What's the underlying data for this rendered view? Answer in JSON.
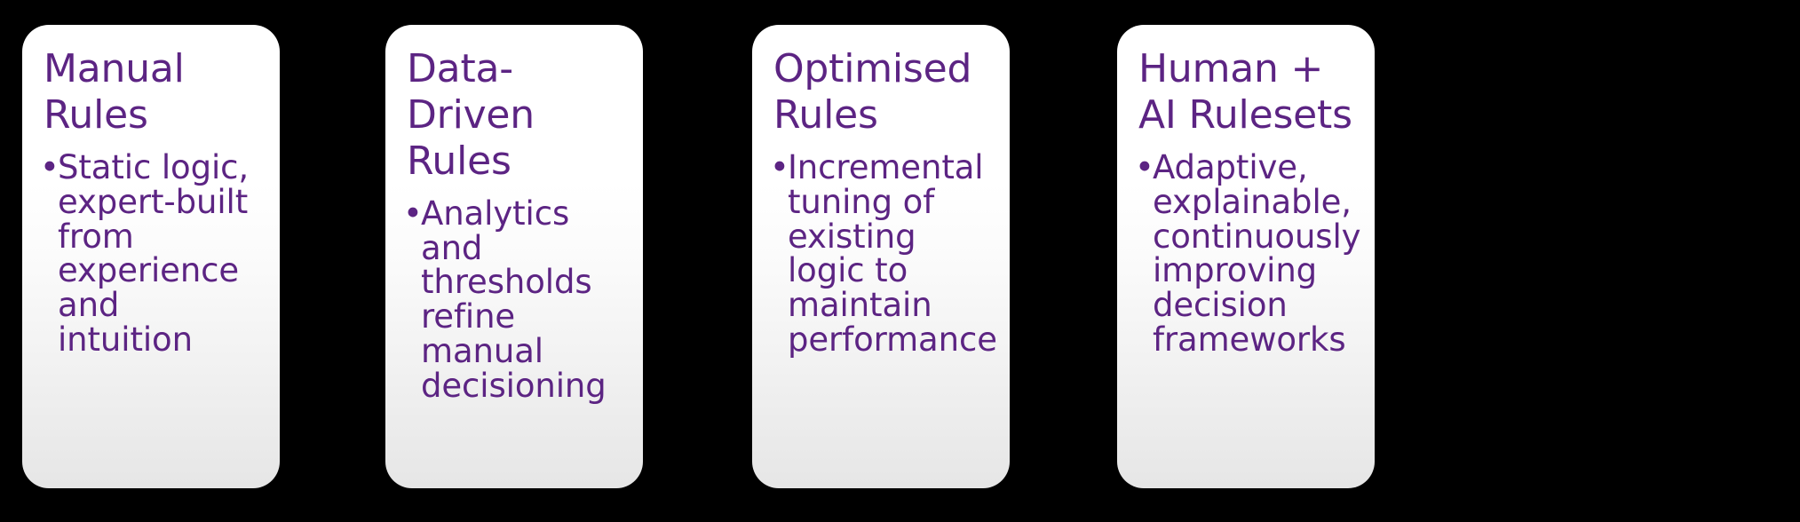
{
  "diagram": {
    "type": "process-flow",
    "orientation": "horizontal",
    "background_color": "#000000",
    "accent_text_color": "#5C2483",
    "arrow_color": "#AFA8C6",
    "card_gradient_from": "#FFFFFF",
    "card_gradient_to": "#E6E6E6",
    "stage_count": 4,
    "arrow_count": 3
  },
  "stages": [
    {
      "index": 1,
      "title": "Manual\nRules",
      "bullets": [
        {
          "marker": "•",
          "text": "Static logic, expert-built from experience and intuition"
        }
      ]
    },
    {
      "index": 2,
      "title": "Data-Driven\nRules",
      "bullets": [
        {
          "marker": "•",
          "text": "Analytics and thresholds refine manual decisioning"
        }
      ]
    },
    {
      "index": 3,
      "title": "Optimised\nRules",
      "bullets": [
        {
          "marker": "•",
          "text": "Incremental tuning of existing logic to maintain performance"
        }
      ]
    },
    {
      "index": 4,
      "title": "Human +\nAI Rulesets",
      "bullets": [
        {
          "marker": "•",
          "text": "Adaptive, explainable, continuously improving decision frameworks"
        }
      ]
    }
  ],
  "arrows": [
    {
      "index": 1,
      "label": "arrow-stage-1-to-2",
      "direction": "right"
    },
    {
      "index": 2,
      "label": "arrow-stage-2-to-3",
      "direction": "right"
    },
    {
      "index": 3,
      "label": "arrow-stage-3-to-4",
      "direction": "right"
    }
  ]
}
